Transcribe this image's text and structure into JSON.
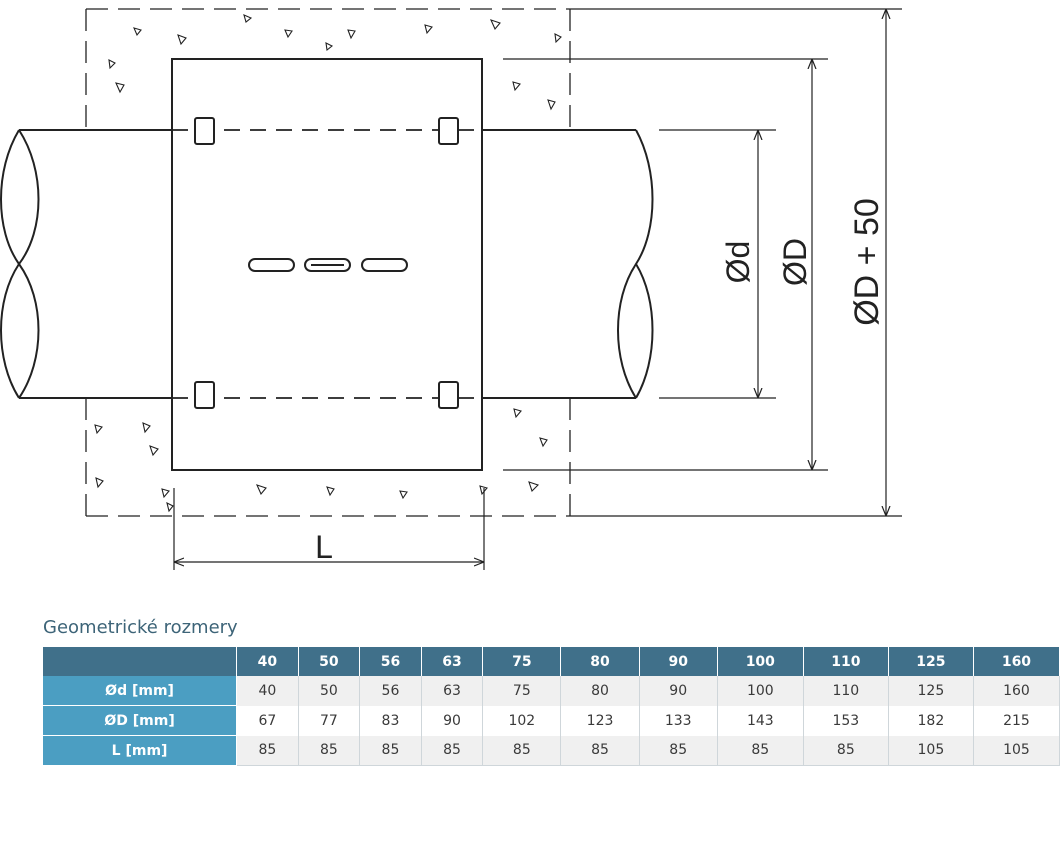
{
  "drawing": {
    "labels": {
      "small_diameter": "Ød",
      "large_diameter": "ØD",
      "total": "ØD + 50",
      "length": "L"
    }
  },
  "section_title": "Geometrické rozmery",
  "table": {
    "header": [
      "",
      "40",
      "50",
      "56",
      "63",
      "75",
      "80",
      "90",
      "100",
      "110",
      "125",
      "160"
    ],
    "rows": [
      {
        "label": "Ød [mm]",
        "values": [
          "40",
          "50",
          "56",
          "63",
          "75",
          "80",
          "90",
          "100",
          "110",
          "125",
          "160"
        ]
      },
      {
        "label": "ØD [mm]",
        "values": [
          "67",
          "77",
          "83",
          "90",
          "102",
          "123",
          "133",
          "143",
          "153",
          "182",
          "215"
        ]
      },
      {
        "label": "L [mm]",
        "values": [
          "85",
          "85",
          "85",
          "85",
          "85",
          "85",
          "85",
          "85",
          "85",
          "105",
          "105"
        ]
      }
    ]
  },
  "colors": {
    "header_bg": "#40708a",
    "row_label_bg": "#4b9ec2",
    "title_text": "#3d6478"
  }
}
